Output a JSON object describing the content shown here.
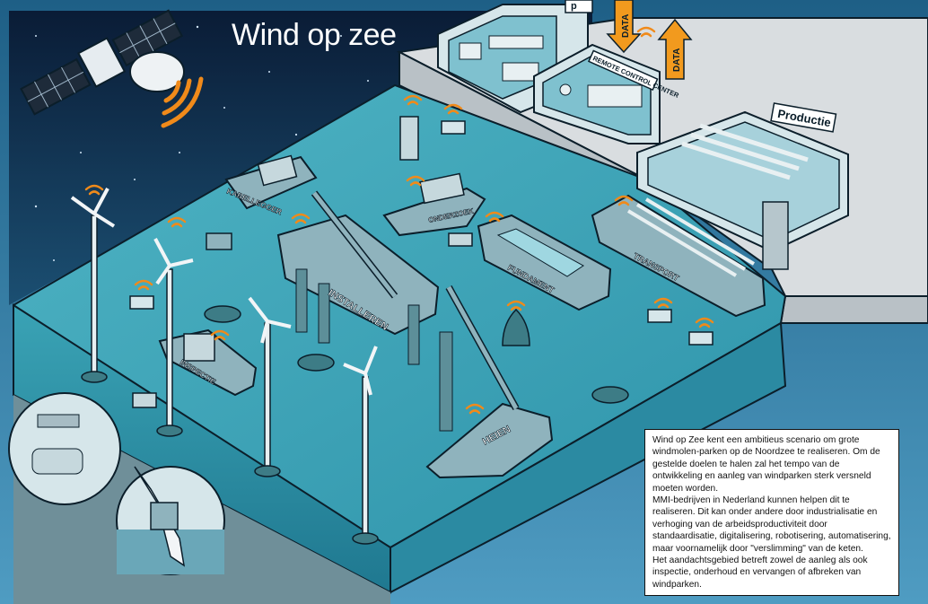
{
  "title": "Wind op zee",
  "labels": {
    "data_1": "DATA",
    "data_2": "DATA",
    "remote_control": "REMOTE CONTROL CENTER",
    "productie": "Productie",
    "kabellegger": "KABELLEGGER",
    "onderzoek": "ONDERZOEK",
    "fundament": "FUNDAMENT",
    "transport": "TRANSPORT",
    "installeren": "INSTALLEREN",
    "inspectie": "INSPECTIE",
    "heien": "HEIEN",
    "top_sign_fragment": "p"
  },
  "info": {
    "paragraphs": [
      "Wind op Zee kent een ambitieus scenario om grote windmolen-parken op de Noordzee te realiseren. Om de gestelde doelen te halen zal het tempo van de ontwikkeling en aanleg van windparken sterk versneld moeten worden.",
      "MMI-bedrijven in Nederland kunnen helpen dit te realiseren. Dit kan onder andere door industrialisatie en verhoging van de arbeidsproductiviteit door standaardisatie, digitalisering, robotisering, automatisering, maar voornamelijk door \"verslimming\" van de keten.",
      "Het aandachtsgebied betreft zowel de aanleg als ook inspectie, onderhoud en vervangen of afbreken van windparken."
    ]
  },
  "colors": {
    "night_sky": "#0c2444",
    "sea": "#3aa3b5",
    "sea_front": "#2a8aa0",
    "seabed": "#6f8f99",
    "land": "#d9dde0",
    "data_arrow": "#f29a1e",
    "signal": "#f08a1a",
    "vessel": "#8fb3bd"
  }
}
